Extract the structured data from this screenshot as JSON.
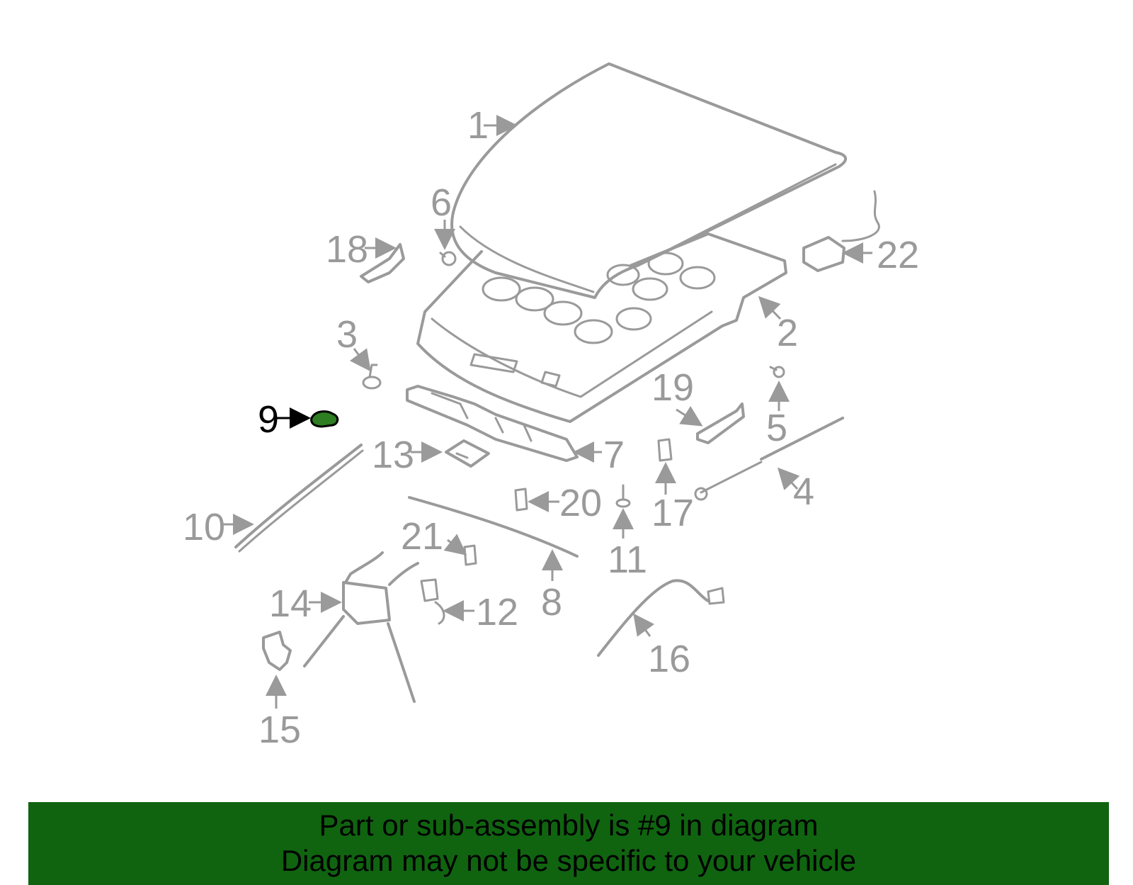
{
  "highlighted_part": "9",
  "callouts": [
    "1",
    "2",
    "3",
    "4",
    "5",
    "6",
    "7",
    "8",
    "9",
    "10",
    "11",
    "12",
    "13",
    "14",
    "15",
    "16",
    "17",
    "18",
    "19",
    "20",
    "21",
    "22"
  ],
  "colors": {
    "part_line": "#9a9a9a",
    "highlight_fill": "#2e7d22",
    "banner_bg": "#106410",
    "text": "#000000"
  },
  "banner": {
    "line1": "Part or sub-assembly is #9 in diagram",
    "line2": "Diagram may not be specific to your vehicle"
  }
}
